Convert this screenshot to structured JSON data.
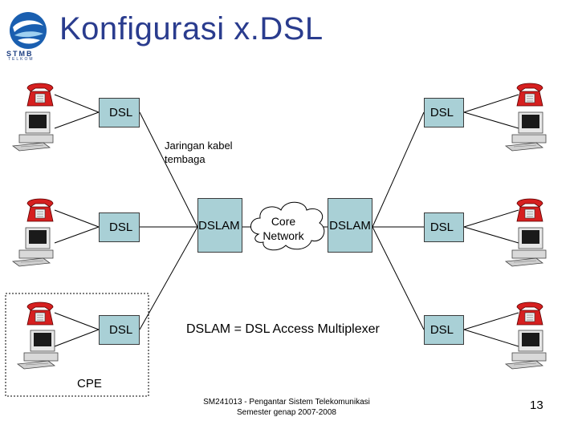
{
  "slide": {
    "title": "Konfigurasi x.DSL",
    "logo": {
      "name": "STMB",
      "sub": "TELKOM"
    }
  },
  "diagram": {
    "dsl_label": "DSL",
    "dslam_label": "DSLAM",
    "core_line1": "Core",
    "core_line2": "Network",
    "copper_line1": "Jaringan kabel",
    "copper_line2": "tembaga",
    "caption": "DSLAM = DSL Access Multiplexer",
    "cpe_label": "CPE"
  },
  "footer": {
    "line1": "SM241013 - Pengantar Sistem Telekomunikasi",
    "line2": "Semester genap 2007-2008",
    "page_number": "13"
  },
  "colors": {
    "title": "#2a3c8e",
    "box_fill": "#a9d0d6",
    "phone_red": "#d61f1f"
  }
}
